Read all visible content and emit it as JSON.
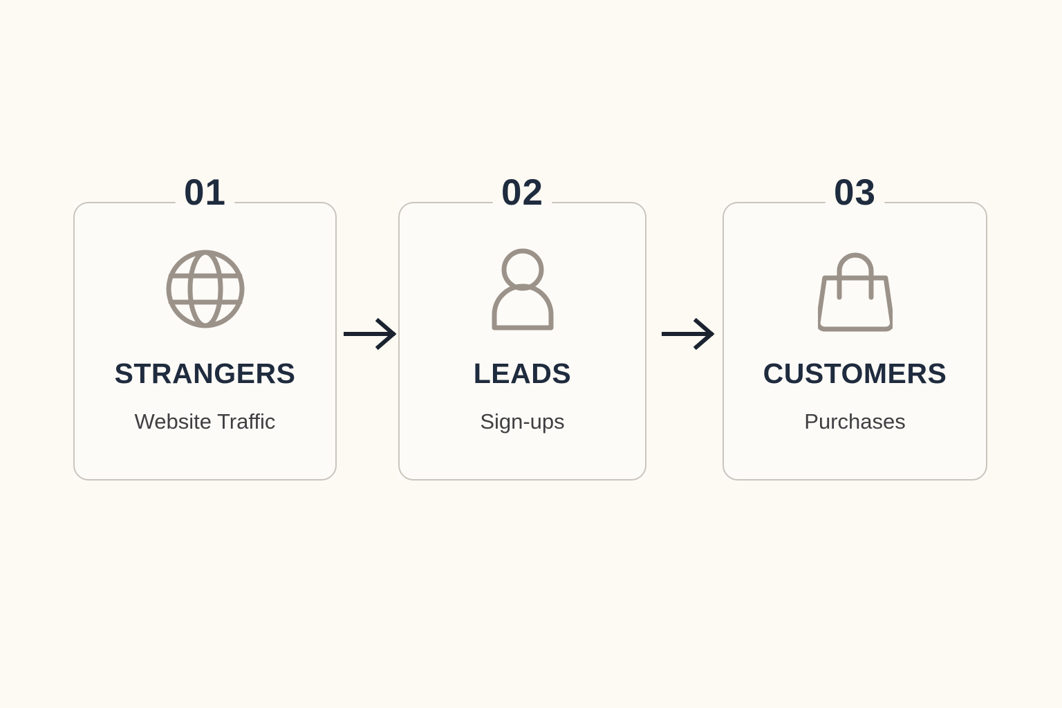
{
  "canvas": {
    "background_color": "#fdfaf3",
    "card_fill_color": "#fdfbf7",
    "card_border_color": "#c9c5bd",
    "accent_navy": "#1f2b3e",
    "icon_gray": "#9b9289",
    "subtitle_gray": "#3f3f42",
    "arrow_color": "#1b2330"
  },
  "stages": [
    {
      "number": "01",
      "title": "STRANGERS",
      "subtitle": "Website Traffic",
      "icon": "globe-icon"
    },
    {
      "number": "02",
      "title": "LEADS",
      "subtitle": "Sign-ups",
      "icon": "person-icon"
    },
    {
      "number": "03",
      "title": "CUSTOMERS",
      "subtitle": "Purchases",
      "icon": "shopping-bag-icon"
    }
  ],
  "connectors": [
    {
      "name": "arrow-right-icon",
      "from": "01",
      "to": "02"
    },
    {
      "name": "arrow-right-icon",
      "from": "02",
      "to": "03"
    }
  ]
}
